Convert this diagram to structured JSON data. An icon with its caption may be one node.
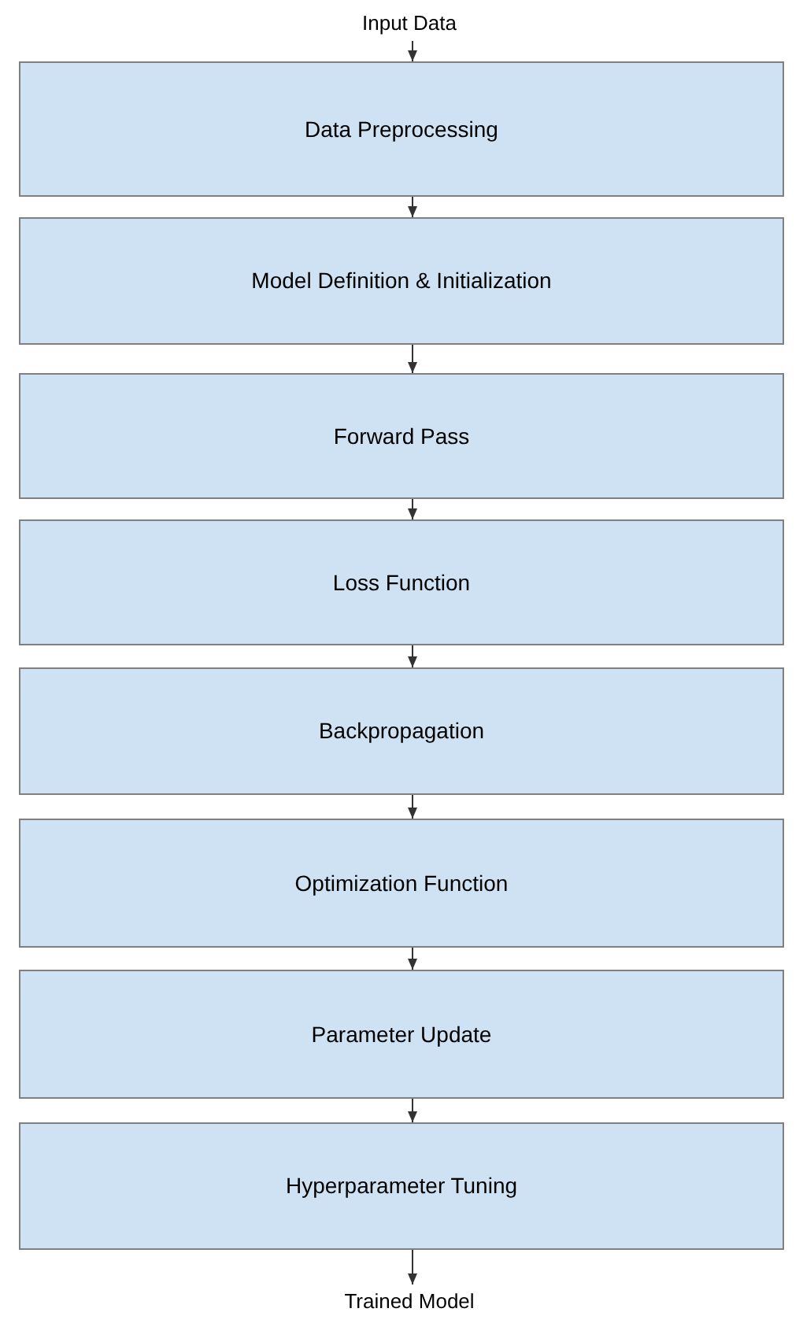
{
  "diagram": {
    "nodes": [
      {
        "text": [
          "Input Data"
        ]
      },
      {
        "text": [
          "Data Preprocessing"
        ]
      },
      {
        "text": [
          "Model Definition & Initialization"
        ]
      },
      {
        "text": [
          "Forward Pass"
        ]
      },
      {
        "text": [
          "Loss Function"
        ]
      },
      {
        "text": [
          "Backpropagation"
        ]
      },
      {
        "text": [
          "Optimization Function"
        ]
      },
      {
        "text": [
          "Parameter Update"
        ]
      },
      {
        "text": [
          "Hyperparameter Tuning"
        ]
      },
      {
        "text": [
          "Trained Model"
        ]
      }
    ],
    "edges": [
      {
        "from": 0,
        "to": 1,
        "arrow": "to"
      },
      {
        "from": 1,
        "to": 2,
        "arrow": "to"
      },
      {
        "from": 2,
        "to": 3,
        "arrow": "to"
      },
      {
        "from": 3,
        "to": 4,
        "arrow": "to"
      },
      {
        "from": 4,
        "to": 5,
        "arrow": "to"
      },
      {
        "from": 5,
        "to": 6,
        "arrow": "to"
      },
      {
        "from": 6,
        "to": 7,
        "arrow": "to"
      },
      {
        "from": 7,
        "to": 8,
        "arrow": "to"
      },
      {
        "from": 8,
        "to": 9,
        "arrow": "to"
      }
    ]
  }
}
